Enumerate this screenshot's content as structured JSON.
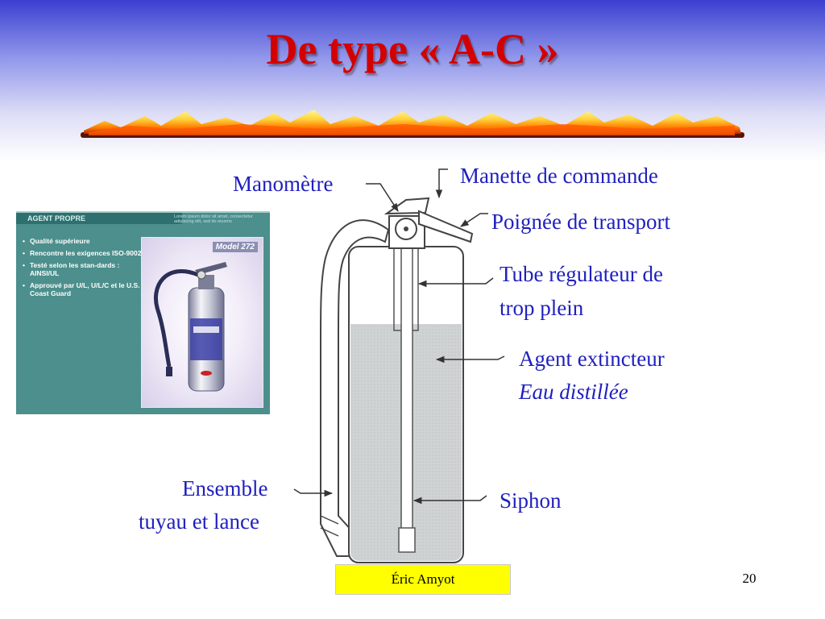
{
  "slide": {
    "title": "De type « A-C »",
    "footer": "Éric Amyot",
    "page_number": "20"
  },
  "labels": {
    "manometre": "Manomètre",
    "manette": "Manette de commande",
    "poignee": "Poignée de transport",
    "tube_line1": "Tube régulateur de",
    "tube_line2": "trop plein",
    "agent_line1": "Agent extincteur",
    "agent_line2": "Eau distillée",
    "ensemble_line1": "Ensemble",
    "ensemble_line2": "tuyau et lance",
    "siphon": "Siphon"
  },
  "photo_panel": {
    "header": "AGENT PROPRE",
    "note": "Lorem ipsum dolor sit amet, consectetur adipiscing elit, sed do eiusmo",
    "bullets": [
      "Qualité supérieure",
      "Rencontre les exigences ISO-9002",
      "Testé selon les stan-dards : AINSI/UL",
      "Approuvé par U/L, U/L/C et le U.S. Coast Guard"
    ],
    "model": "Model 272"
  },
  "colors": {
    "title": "#d40000",
    "label": "#1f1fbf",
    "footer_bg": "#ffff00",
    "panel_bg": "#4c8f8c",
    "water": "#cfd3d3"
  }
}
